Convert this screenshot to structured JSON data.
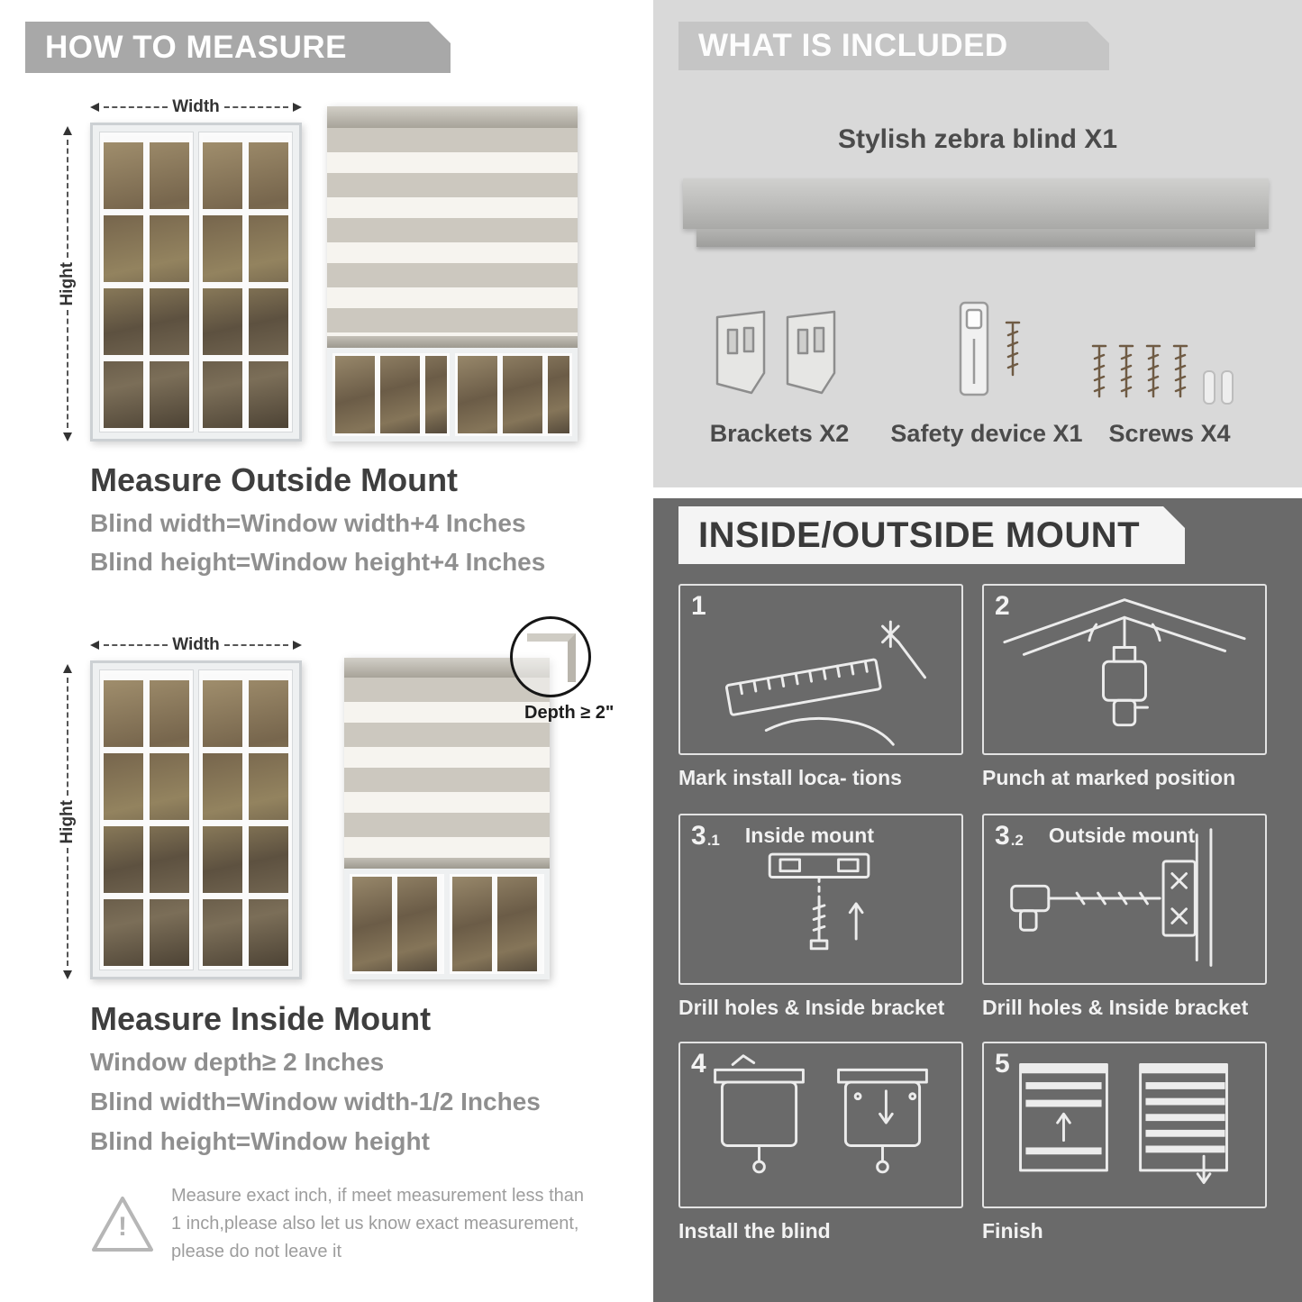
{
  "colors": {
    "how_banner_gray": "#a8a8a8",
    "included_banner_gray": "#c5c5c5",
    "included_bg": "#d9d9d9",
    "dark_bg": "#6a6a6a",
    "heading_dark": "#3e3e3e",
    "body_gray": "#8f8f8f"
  },
  "how_to_measure": {
    "header": "HOW TO MEASURE",
    "outside": {
      "width_label": "Width",
      "height_label": "Hight",
      "title": "Measure Outside Mount",
      "lines": [
        "Blind width=Window width+4 Inches",
        "Blind height=Window height+4 Inches"
      ]
    },
    "inside": {
      "width_label": "Width",
      "height_label": "Hight",
      "depth_callout": "Depth ≥ 2\"",
      "title": "Measure Inside Mount",
      "lines": [
        "Window depth≥ 2 Inches",
        "Blind width=Window width-1/2 Inches",
        "Blind height=Window height"
      ]
    },
    "warning": {
      "mark": "!",
      "text": "Measure exact inch, if meet measurement less than 1 inch,please also let us know exact measurement, please do not leave it"
    }
  },
  "included": {
    "header": "WHAT IS INCLUDED",
    "blind_label": "Stylish zebra blind X1",
    "items": [
      {
        "label": "Brackets X2",
        "icon": "brackets-icon"
      },
      {
        "label": "Safety device X1",
        "icon": "safety-device-icon"
      },
      {
        "label": "Screws X4",
        "icon": "screws-icon"
      }
    ]
  },
  "mount_guide": {
    "header": "INSIDE/OUTSIDE MOUNT",
    "steps": [
      {
        "num": "1",
        "sub": "",
        "label": "",
        "caption": "Mark install loca- tions"
      },
      {
        "num": "2",
        "sub": "",
        "label": "",
        "caption": "Punch at marked position"
      },
      {
        "num": "3",
        "sub": ".1",
        "label": "Inside mount",
        "caption": "Drill holes & Inside bracket"
      },
      {
        "num": "3",
        "sub": ".2",
        "label": "Outside mount",
        "caption": "Drill holes & Inside bracket"
      },
      {
        "num": "4",
        "sub": "",
        "label": "",
        "caption": "Install the blind"
      },
      {
        "num": "5",
        "sub": "",
        "label": "",
        "caption": "Finish"
      }
    ]
  }
}
